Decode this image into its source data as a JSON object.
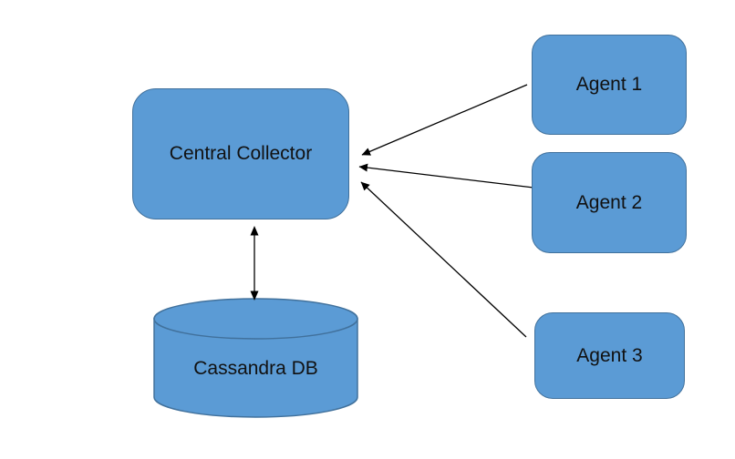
{
  "nodes": {
    "central_collector": {
      "label": "Central Collector",
      "shape": "rounded-rectangle"
    },
    "cassandra_db": {
      "label": "Cassandra DB",
      "shape": "cylinder"
    },
    "agent_1": {
      "label": "Agent 1",
      "shape": "rounded-rectangle"
    },
    "agent_2": {
      "label": "Agent 2",
      "shape": "rounded-rectangle"
    },
    "agent_3": {
      "label": "Agent 3",
      "shape": "rounded-rectangle"
    }
  },
  "edges": [
    {
      "from": "agent_1",
      "to": "central_collector",
      "arrow": "single"
    },
    {
      "from": "agent_2",
      "to": "central_collector",
      "arrow": "single"
    },
    {
      "from": "agent_3",
      "to": "central_collector",
      "arrow": "single"
    },
    {
      "from": "central_collector",
      "to": "cassandra_db",
      "arrow": "double"
    }
  ],
  "colors": {
    "shape_fill": "#5b9bd5",
    "shape_border": "#41719c",
    "connector": "#000000",
    "label_text": "#111111",
    "background": "#ffffff"
  }
}
